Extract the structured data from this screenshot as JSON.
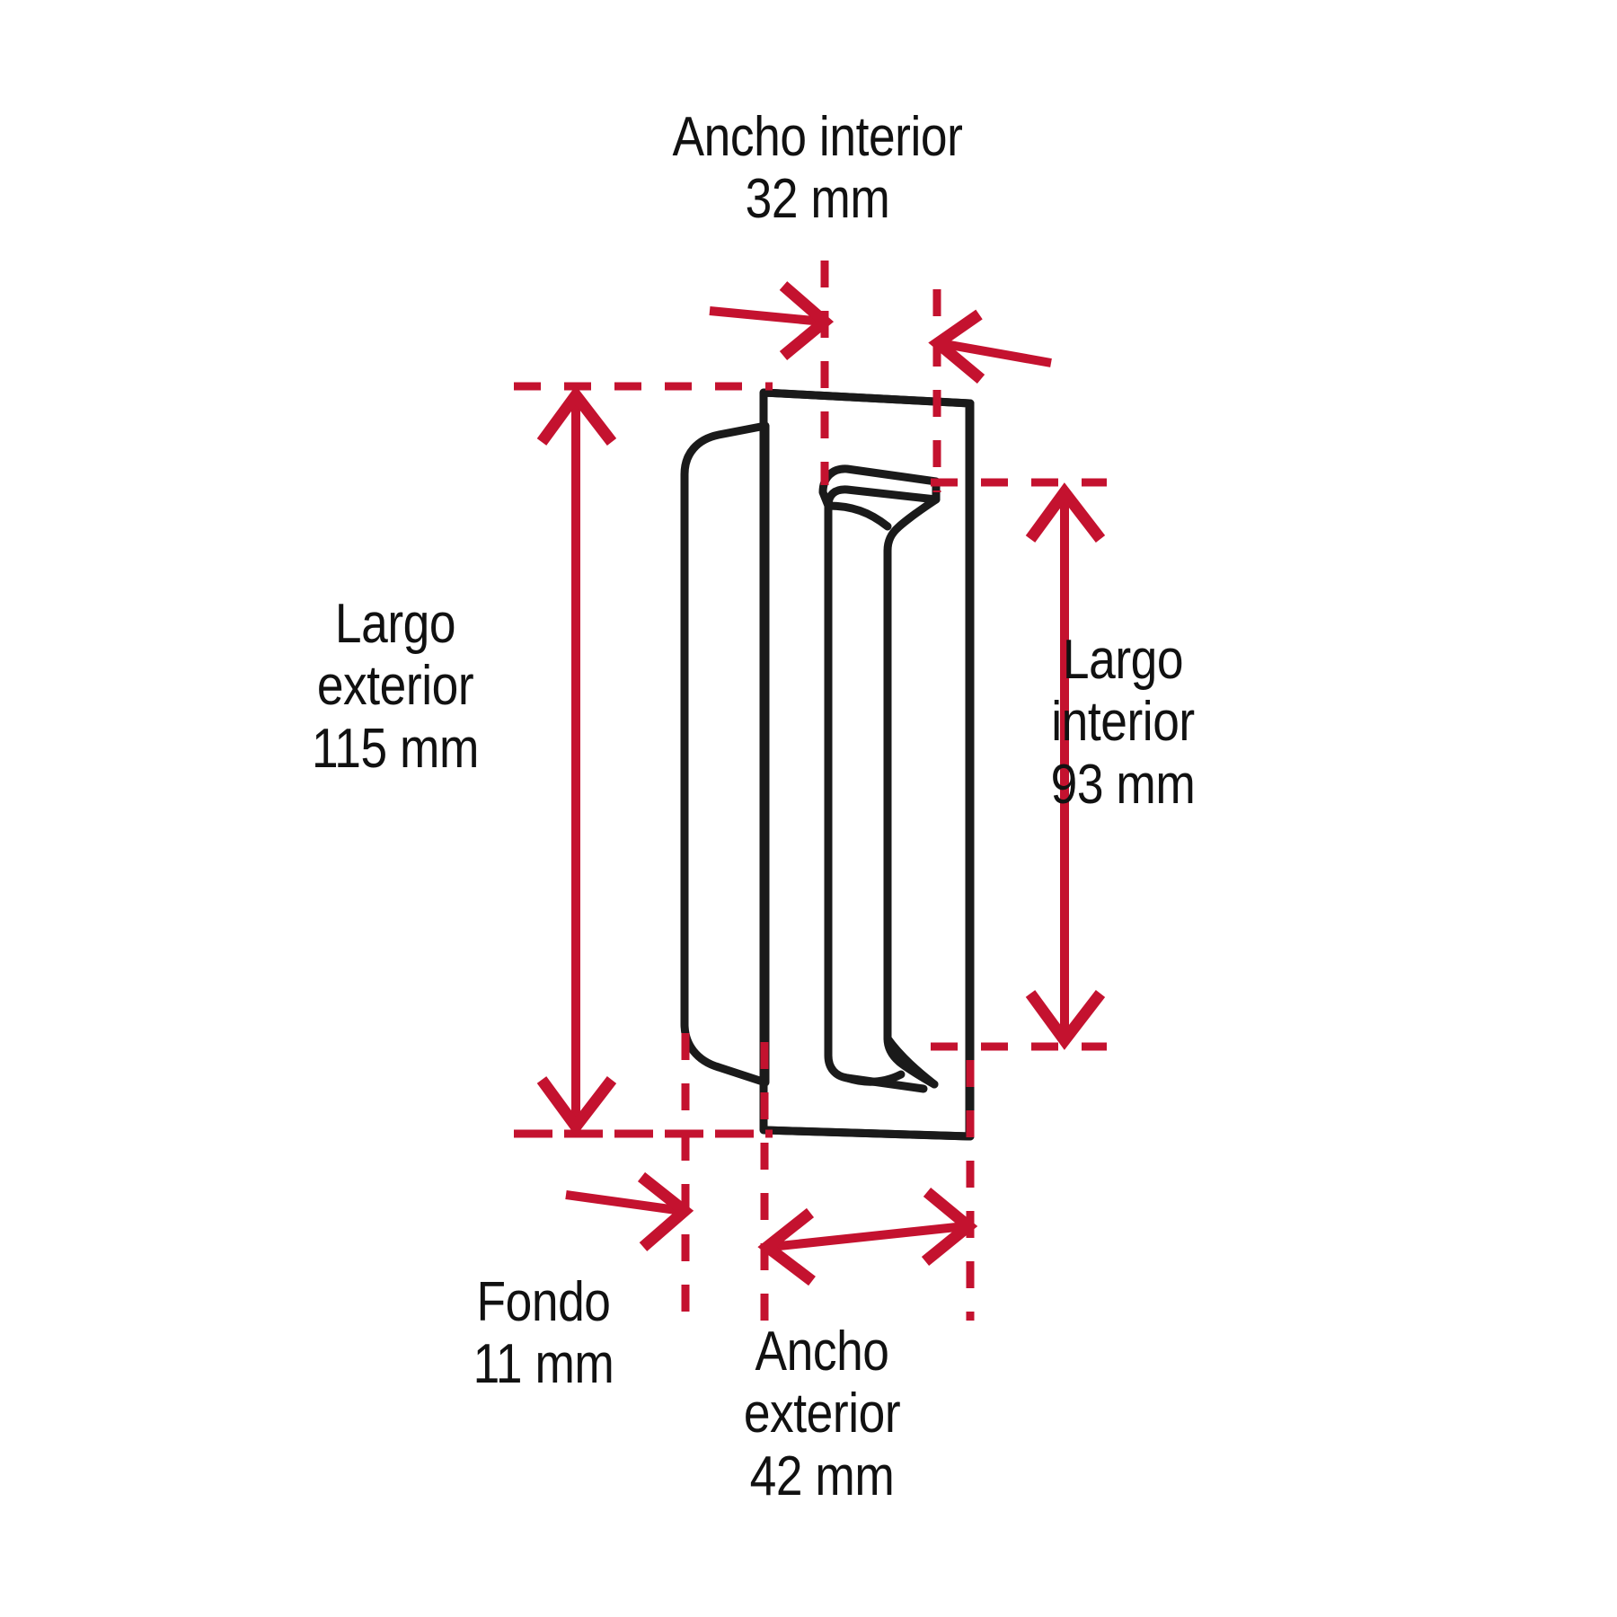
{
  "figure": {
    "type": "technical-dimension-drawing",
    "subject": "recessed sliding-door flush pull handle",
    "projection": "isometric-side",
    "background_color": "#FFFFFF",
    "line_color": "#1A1A1A",
    "dimension_color": "#C4122F",
    "units": "mm",
    "language": "es"
  },
  "dimensions": {
    "ancho_interior": {
      "name": "Ancho interior",
      "value": "32 mm",
      "label": "Ancho interior\n32 mm",
      "axis": "horizontal",
      "position": "top",
      "arrow_style": "inward-pair"
    },
    "largo_exterior": {
      "name": "Largo exterior",
      "value": "115 mm",
      "label": "Largo\nexterior\n115 mm",
      "axis": "vertical",
      "position": "left",
      "arrow_style": "double-headed"
    },
    "largo_interior": {
      "name": "Largo interior",
      "value": "93 mm",
      "label": "Largo\ninterior\n93 mm",
      "axis": "vertical",
      "position": "right",
      "arrow_style": "double-headed"
    },
    "fondo": {
      "name": "Fondo",
      "value": "11 mm",
      "label": "Fondo\n11 mm",
      "axis": "horizontal",
      "position": "bottom-left",
      "arrow_style": "single-headed-right"
    },
    "ancho_exterior": {
      "name": "Ancho exterior",
      "value": "42 mm",
      "label": "Ancho\nexterior\n42 mm",
      "axis": "horizontal",
      "position": "bottom-right",
      "arrow_style": "double-headed"
    }
  },
  "chart_data": {
    "type": "table",
    "title": "",
    "categories": [
      "Ancho interior",
      "Largo exterior",
      "Largo interior",
      "Fondo",
      "Ancho exterior"
    ],
    "values": [
      32,
      115,
      93,
      11,
      42
    ],
    "unit": "mm",
    "labels": [
      "32 mm",
      "115 mm",
      "93 mm",
      "11 mm",
      "42 mm"
    ]
  }
}
